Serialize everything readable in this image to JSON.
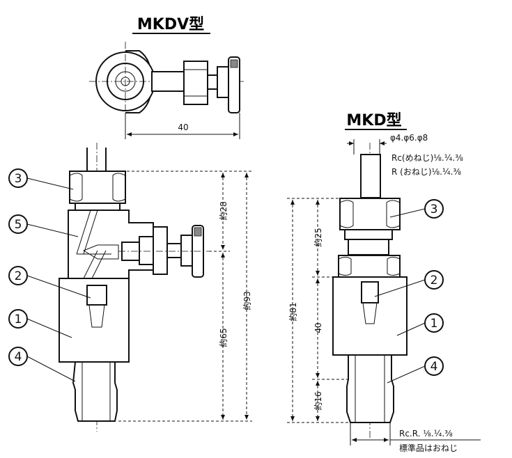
{
  "mkdv": {
    "title": "MKDV型",
    "dim_width": "40",
    "dim_28": "約28",
    "dim_93": "約93",
    "dim_65": "約65",
    "callouts": [
      "3",
      "5",
      "2",
      "1",
      "4"
    ]
  },
  "mkd": {
    "title": "MKD型",
    "tube_size": "φ4.φ6.φ8",
    "thread_rc": "Rc(めねじ)⅛.¼.⅜",
    "thread_r": "R (おねじ)⅛.¼.⅜",
    "dim_25": "約25",
    "dim_81": "約81",
    "dim_40": "40",
    "dim_16": "約16",
    "callouts": [
      "3",
      "2",
      "1",
      "4"
    ],
    "bottom_thread": "Rc.R. ⅛.¼.⅜",
    "bottom_note": "標準品はおねじ"
  }
}
